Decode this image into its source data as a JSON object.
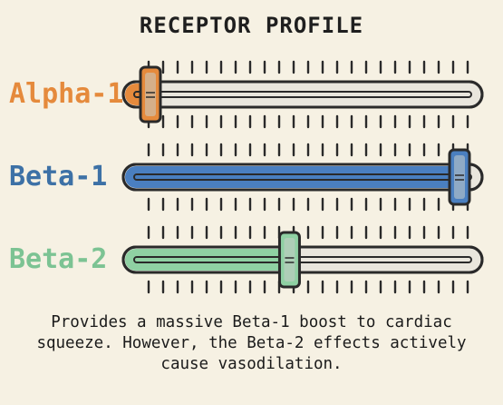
{
  "title": "RECEPTOR PROFILE",
  "receptors": [
    {
      "label": "Alpha-1",
      "level": 0.0,
      "label_color": "#e58a3c",
      "fill_color": "#e58a3c"
    },
    {
      "label": "Beta-1",
      "level": 1.0,
      "label_color": "#3d71a6",
      "fill_color": "#4a7fc0"
    },
    {
      "label": "Beta-2",
      "level": 0.45,
      "label_color": "#7cc393",
      "fill_color": "#8fd1a3"
    }
  ],
  "description": "Provides a massive Beta-1 boost to cardiac\nsqueeze. However, the Beta-2 effects actively\ncause vasodilation.",
  "colors": {
    "background": "#f6f1e3",
    "track_empty": "#e9e6dd",
    "outline": "#2a2a2a",
    "knob": "#c8cdc9"
  }
}
